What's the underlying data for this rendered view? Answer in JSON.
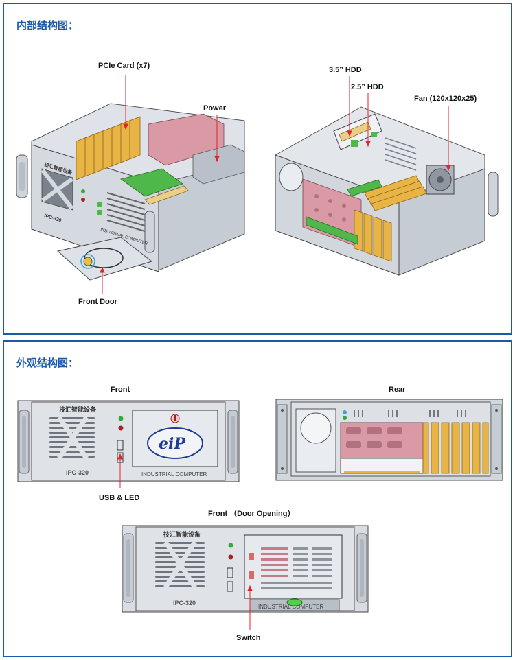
{
  "internal": {
    "title": "内部结构图：",
    "labels": {
      "pcie": "PCIe Card (x7)",
      "power": "Power",
      "front_door": "Front Door",
      "hdd35": "3.5” HDD",
      "hdd25": "2.5” HDD",
      "fan": "Fan (120x120x25)"
    },
    "chassis_text": {
      "brand_cn": "研汇智能设备",
      "model": "IPC-320",
      "banner": "INDUSTRIAL COMPUTER"
    }
  },
  "external": {
    "title": "外观结构图：",
    "labels": {
      "front": "Front",
      "rear": "Rear",
      "usb_led": "USB & LED",
      "front_door_open": "Front （Door Opening）",
      "switch": "Switch"
    },
    "chassis_text": {
      "brand_cn": "技汇智能设备",
      "model": "IPC-320",
      "banner": "INDUSTRIAL COMPUTER",
      "logo": "eiP"
    }
  },
  "colors": {
    "border": "#1a5aa8",
    "title": "#1a5aa8",
    "arrow": "#e0262b",
    "chassis_gray": "#c9ced6",
    "pcb_green": "#4fb84a",
    "card_gold": "#e8b445",
    "plate_pink": "#d99aa6"
  }
}
